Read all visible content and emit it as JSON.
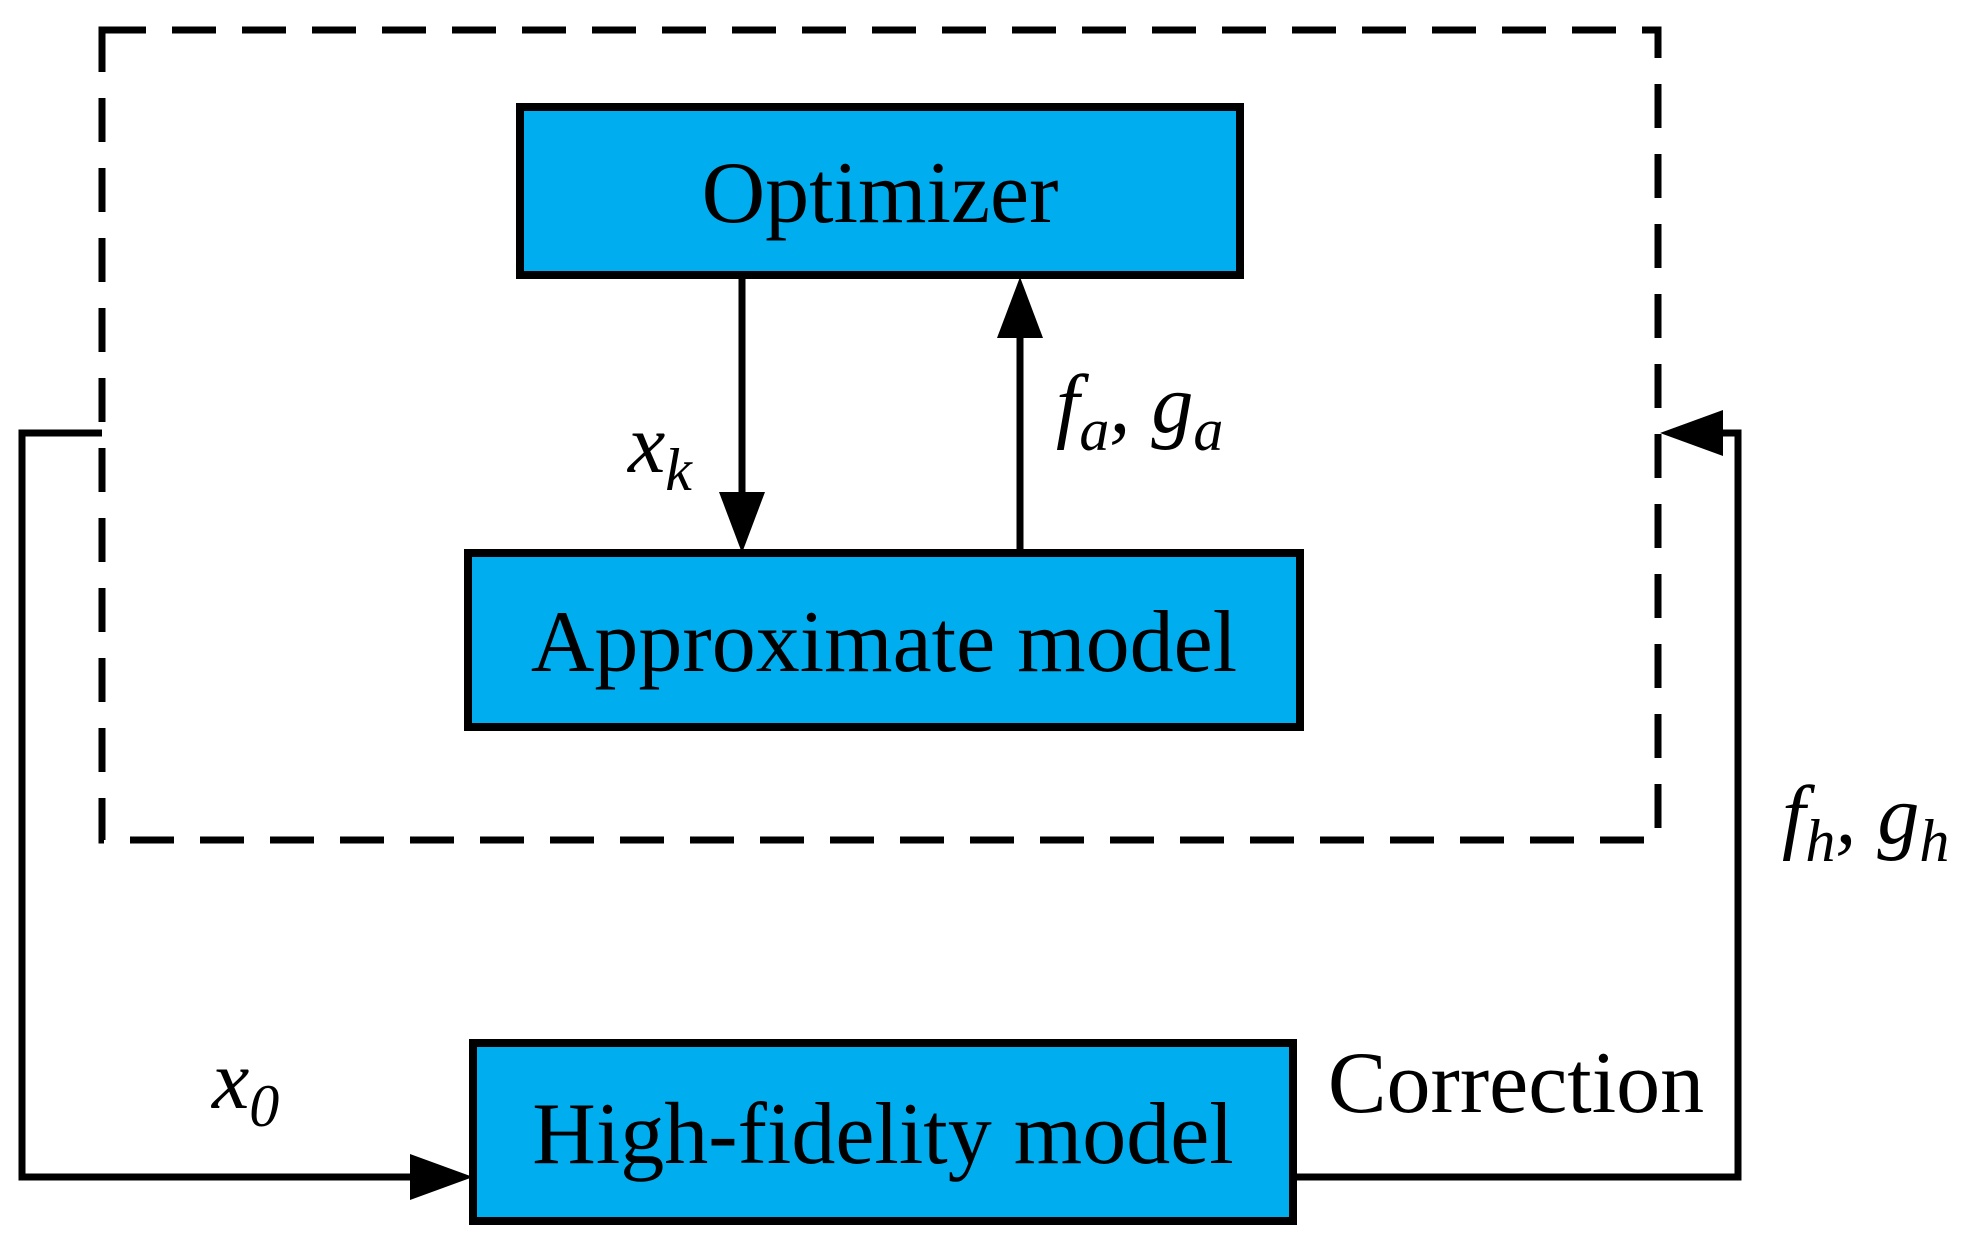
{
  "diagram": {
    "colors": {
      "box_fill": "#00AEEF",
      "stroke": "#000000",
      "background": "#ffffff"
    },
    "boxes": {
      "optimizer": {
        "label": "Optimizer"
      },
      "approximate_model": {
        "label": "Approximate model"
      },
      "high_fidelity_model": {
        "label": "High-fidelity model"
      }
    },
    "edge_labels": {
      "xk": {
        "base": "x",
        "sub": "k"
      },
      "fa_ga": {
        "f": "f",
        "fsub": "a",
        "sep": ", ",
        "g": "g",
        "gsub": "a"
      },
      "x0": {
        "base": "x",
        "sub": "0"
      },
      "correction": "Correction",
      "fh_gh": {
        "f": "f",
        "fsub": "h",
        "sep": ", ",
        "g": "g",
        "gsub": "h"
      }
    }
  }
}
